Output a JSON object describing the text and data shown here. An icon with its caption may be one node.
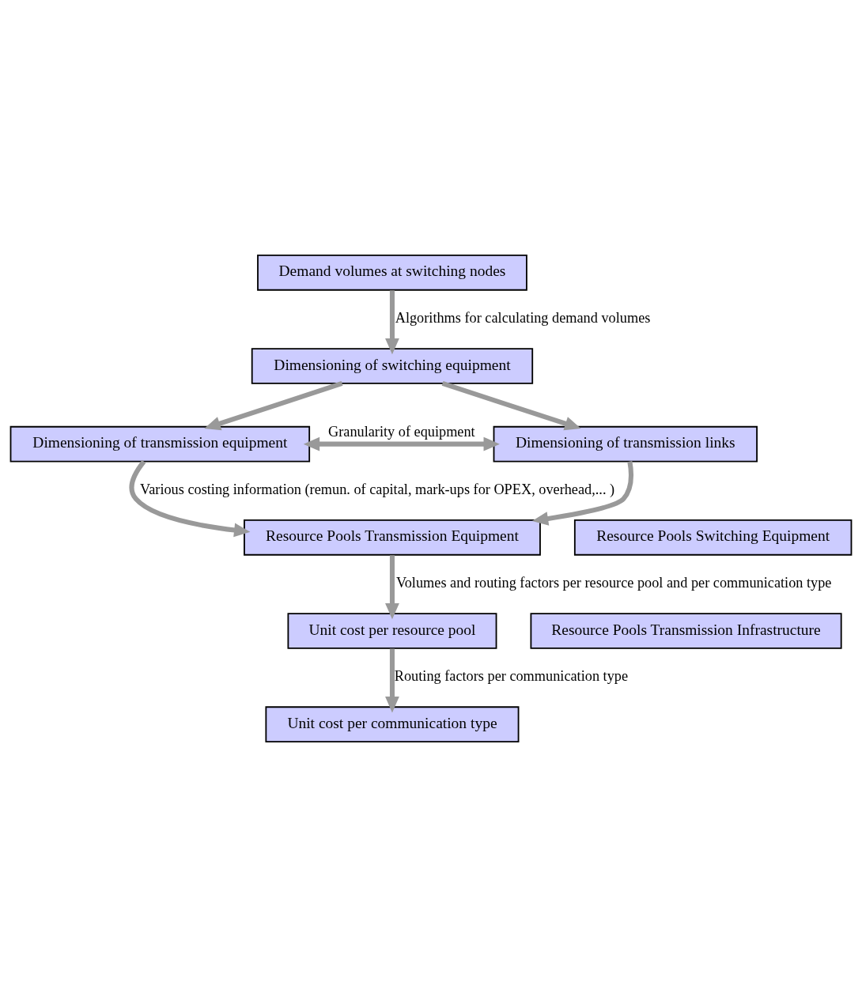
{
  "diagram": {
    "nodes": [
      {
        "text": [
          "Demand volumes at switching nodes"
        ]
      },
      {
        "text": [
          "Dimensioning of switching equipment"
        ]
      },
      {
        "text": [
          "Dimensioning of transmission equipment"
        ]
      },
      {
        "text": [
          "Dimensioning of transmission links"
        ]
      },
      {
        "text": [
          "Resource Pools Switching Equipment"
        ]
      },
      {
        "text": [
          "Resource Pools Transmission Equipment"
        ]
      },
      {
        "text": [
          "Resource Pools Transmission Infrastructure"
        ]
      },
      {
        "text": [
          "Unit cost per resource pool"
        ]
      },
      {
        "text": [
          "Unit cost per communication type"
        ]
      }
    ],
    "edges": [
      {
        "from": 0,
        "to": 1,
        "arrow": "to",
        "label": "Algorithms for calculating demand volumes"
      },
      {
        "from": 1,
        "to": 2,
        "arrow": "to"
      },
      {
        "from": 1,
        "to": 3,
        "arrow": "to"
      },
      {
        "from": 2,
        "to": 3,
        "arrow": "both",
        "label": "Granularity of equipment"
      },
      {
        "from": 2,
        "to": 5,
        "arrow": "to",
        "label": "Various costing information (remun. of capital, mark-ups for OPEX, overhead,... )"
      },
      {
        "from": 3,
        "to": 5,
        "arrow": "to"
      },
      {
        "from": 5,
        "to": 7,
        "arrow": "to",
        "label": "Volumes and routing factors per resource pool and per communication type"
      },
      {
        "from": 7,
        "to": 8,
        "arrow": "to",
        "label": "Routing factors per communication type"
      }
    ]
  }
}
